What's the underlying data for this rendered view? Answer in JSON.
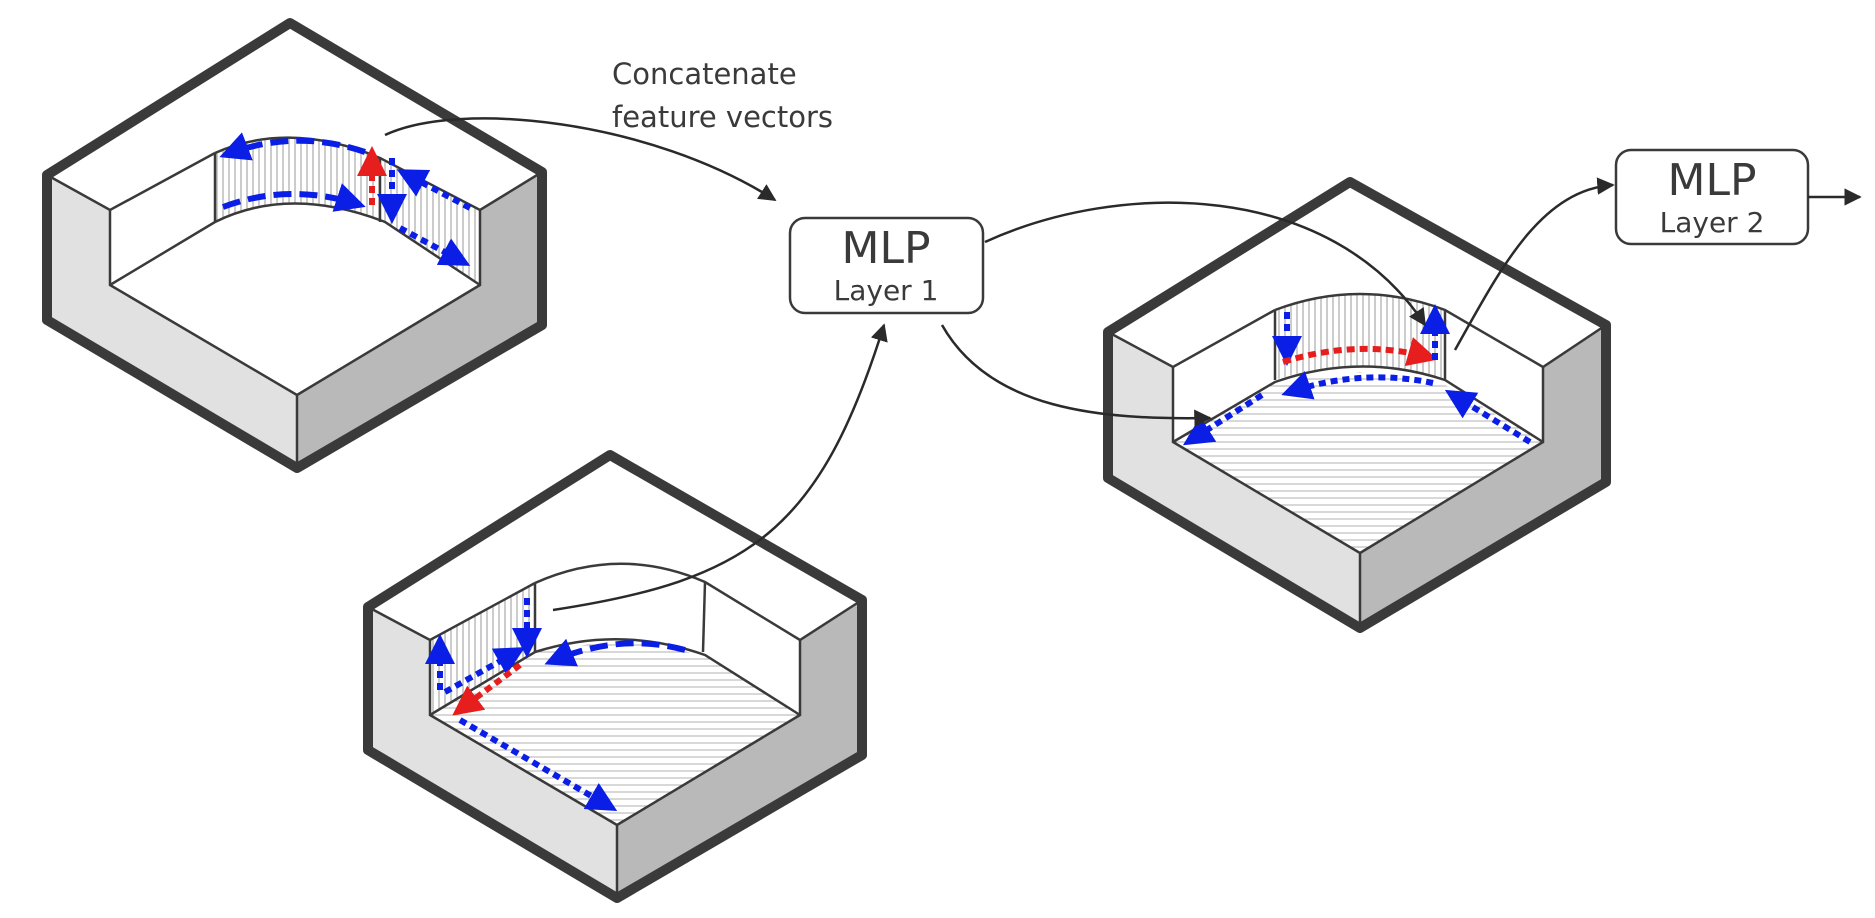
{
  "annotation": {
    "line1": "Concatenate",
    "line2": "feature vectors"
  },
  "mlp1": {
    "title": "MLP",
    "subtitle": "Layer 1"
  },
  "mlp2": {
    "title": "MLP",
    "subtitle": "Layer 2"
  },
  "colors": {
    "outline": "#3a3a3a",
    "face_left": "#e1e1e1",
    "face_right": "#b9b9b9",
    "coedge_blue": "#0a1ee6",
    "coedge_red": "#e61e1e",
    "hatch": "#9a9a9a"
  },
  "solids": [
    {
      "name": "solid-top-left",
      "hatched_face": "fillet-wall"
    },
    {
      "name": "solid-bottom",
      "hatched_face": "floor-and-wall"
    },
    {
      "name": "solid-right",
      "hatched_face": "floor-and-fillet"
    }
  ]
}
